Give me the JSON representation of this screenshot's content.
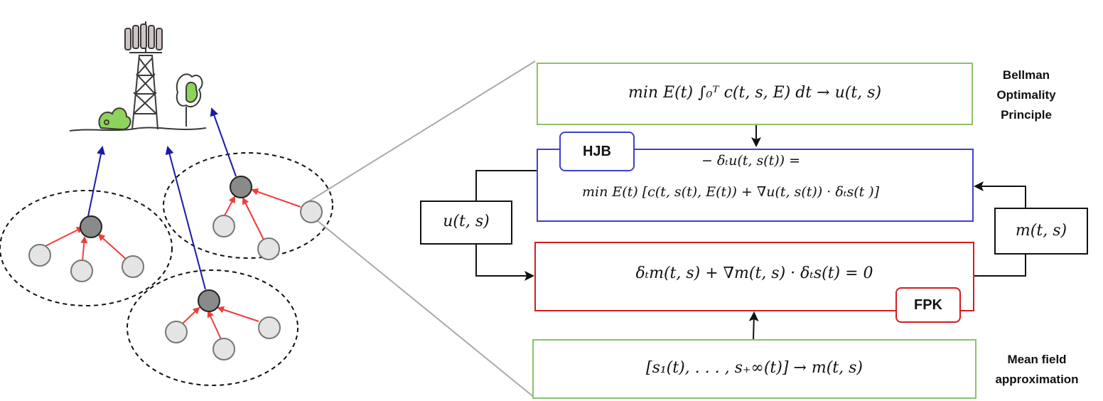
{
  "pipeline": {
    "bellman_equation": "min E(t) ∫₀ᵀ c(t, s, E) dt → u(t, s)",
    "bellman_label": [
      "Bellman",
      "Optimality",
      "Principle"
    ],
    "hjb_tag": "HJB",
    "hjb_line1": "− δₜu(t, s(t)) =",
    "hjb_line2": "min E(t) [c(t, s(t), E(t)) + ∇u(t, s(t)) · δₜs(t )]",
    "fpk_equation": "δₜm(t, s) + ∇m(t, s) · δₜs(t) = 0",
    "fpk_tag": "FPK",
    "mean_field_equation": "[s₁(t), . . . , s₊∞(t)] → m(t, s)",
    "mean_field_label": [
      "Mean field",
      "approximation"
    ],
    "left_feedback": "u(t, s)",
    "right_feedback": "m(t, s)"
  },
  "colors": {
    "green_border": "#8cc26b",
    "blue_border": "#3f3fd0",
    "red_border": "#d21e1e",
    "uplink_arrow": "#1a1aa8",
    "local_arrow": "#f03c3c",
    "head_node": "#8a8a8a",
    "member_node": "#e4e4e4"
  },
  "icons": [
    "cell-tower-icon",
    "bush-icon"
  ]
}
